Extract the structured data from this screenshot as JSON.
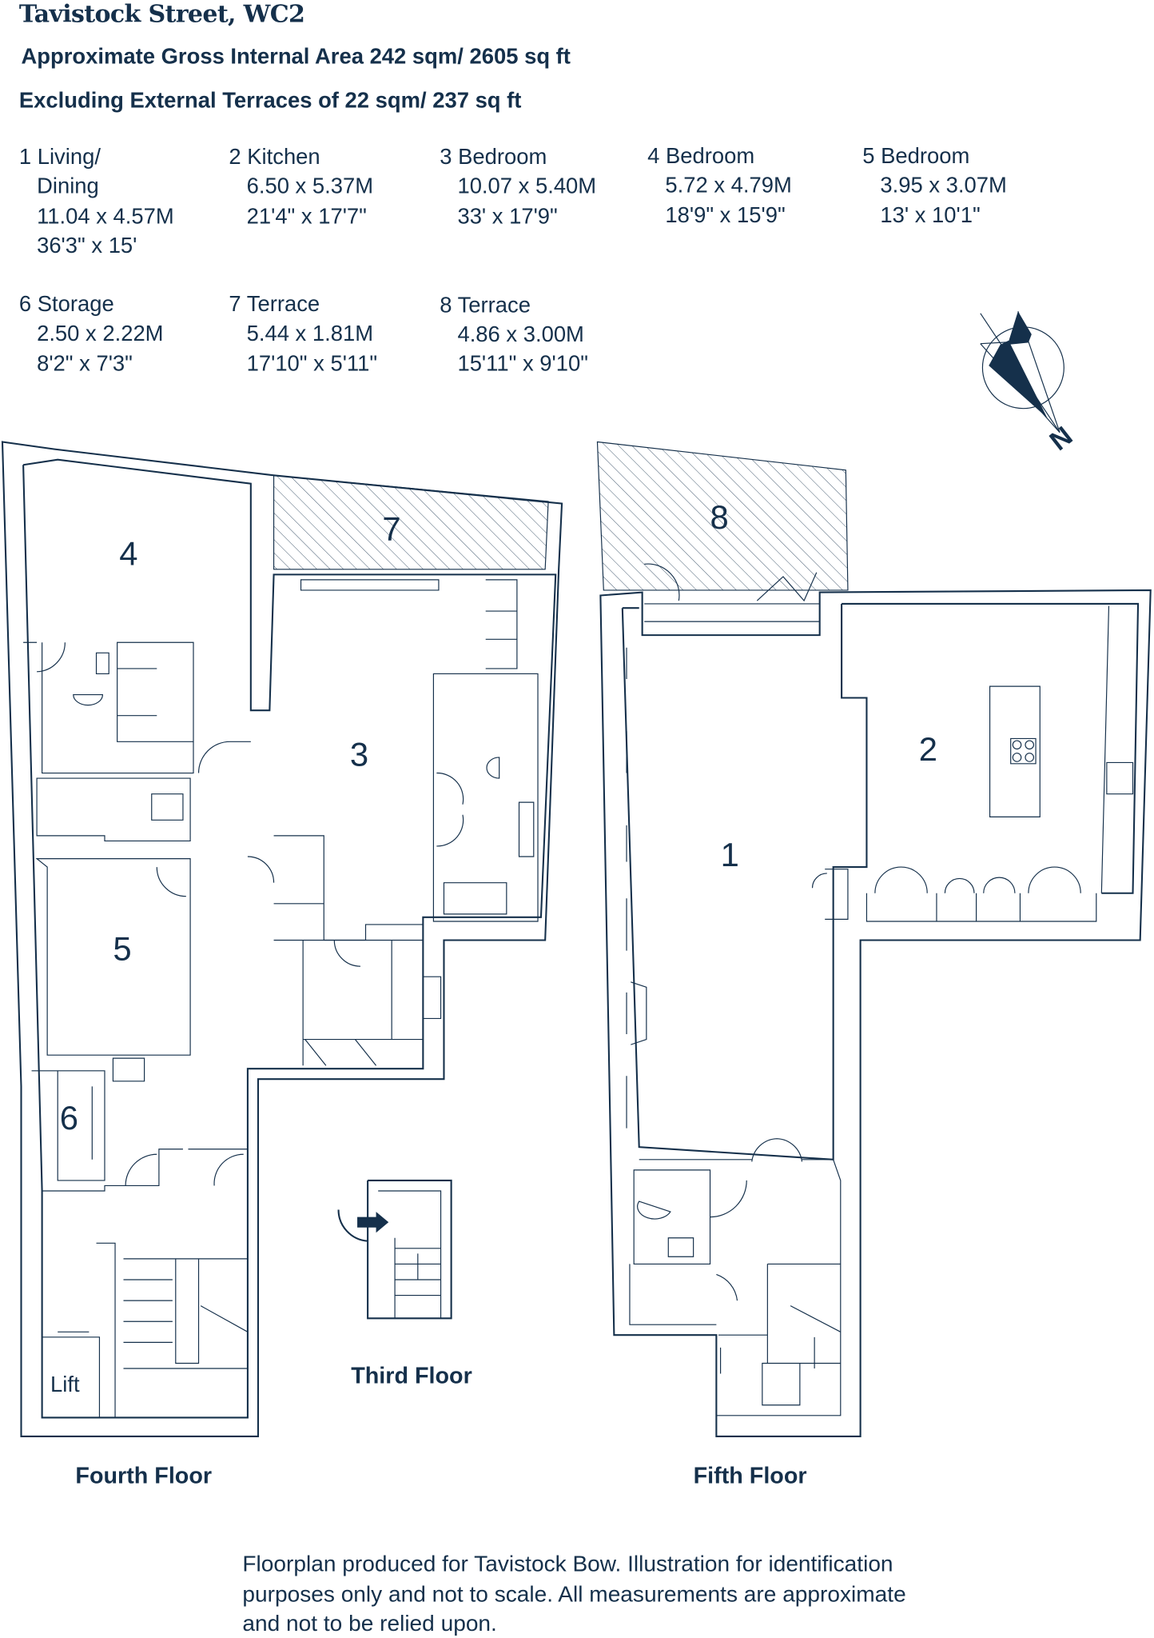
{
  "header": {
    "title": "Tavistock Street, WC2",
    "gross_area": "Approximate Gross Internal Area 242 sqm/ 2605 sq ft",
    "terraces": "Excluding External Terraces of 22 sqm/ 237 sq ft"
  },
  "rooms": [
    {
      "label": "1 Living/",
      "label2": "Dining",
      "metric": "11.04 x 4.57M",
      "imperial": "36'3\" x 15'"
    },
    {
      "label": "2 Kitchen",
      "metric": "6.50 x 5.37M",
      "imperial": "21'4\" x 17'7\""
    },
    {
      "label": "3 Bedroom",
      "metric": "10.07 x 5.40M",
      "imperial": "33' x 17'9\""
    },
    {
      "label": "4 Bedroom",
      "metric": "5.72 x 4.79M",
      "imperial": "18'9\" x 15'9\""
    },
    {
      "label": "5 Bedroom",
      "metric": "3.95 x 3.07M",
      "imperial": "13' x 10'1\""
    },
    {
      "label": "6 Storage",
      "metric": "2.50 x 2.22M",
      "imperial": "8'2\" x 7'3\""
    },
    {
      "label": "7 Terrace",
      "metric": "5.44 x 1.81M",
      "imperial": "17'10\" x 5'11\""
    },
    {
      "label": "8 Terrace",
      "metric": "4.86 x 3.00M",
      "imperial": "15'11\" x 9'10\""
    }
  ],
  "plan": {
    "numbers": [
      "1",
      "2",
      "3",
      "4",
      "5",
      "6",
      "7",
      "8"
    ],
    "lift_label": "Lift",
    "compass_label": "N",
    "floors": {
      "fourth": "Fourth Floor",
      "third": "Third Floor",
      "fifth": "Fifth Floor"
    }
  },
  "footer": [
    "Floorplan produced for Tavistock Bow. Illustration for identification",
    "purposes only and not to scale. All measurements are approximate",
    "and not to be relied upon."
  ],
  "colors": {
    "ink": "#15304b"
  }
}
